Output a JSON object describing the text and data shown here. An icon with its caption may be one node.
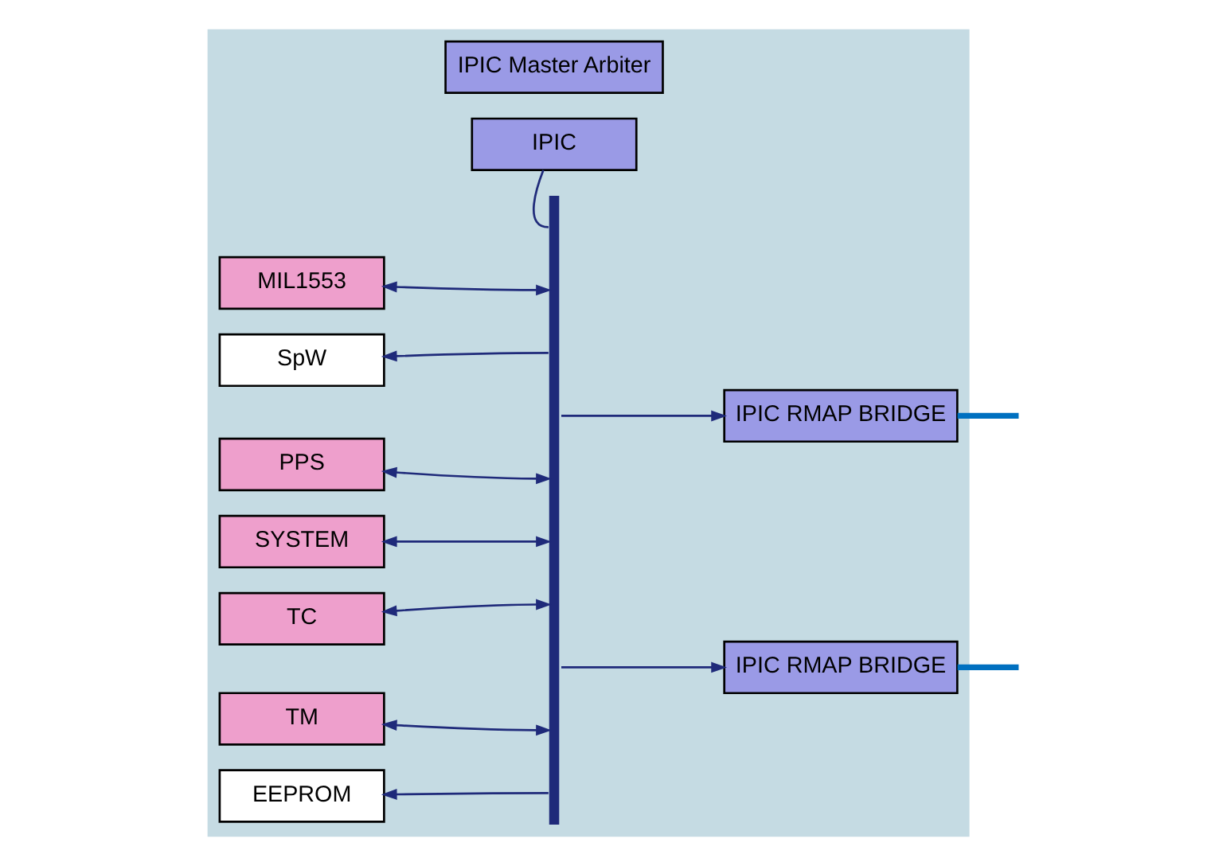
{
  "diagram": {
    "nodes": [
      {
        "text": [],
        "shape": "box"
      },
      {
        "text": [
          "IPIC Master Arbiter"
        ],
        "in": 0
      },
      {
        "text": [
          "IPIC"
        ],
        "in": 0
      },
      {
        "text": [],
        "shape": "bar",
        "in": 0
      },
      {
        "text": [
          "MIL1553"
        ],
        "in": 0
      },
      {
        "text": [
          "SpW"
        ],
        "in": 0
      },
      {
        "text": [
          "PPS"
        ],
        "in": 0
      },
      {
        "text": [
          "SYSTEM"
        ],
        "in": 0
      },
      {
        "text": [
          "TC"
        ],
        "in": 0
      },
      {
        "text": [
          "TM"
        ],
        "in": 0
      },
      {
        "text": [
          "EEPROM"
        ],
        "in": 0
      },
      {
        "text": [
          "IPIC RMAP BRIDGE"
        ],
        "in": 0
      },
      {
        "text": [
          "IPIC RMAP BRIDGE"
        ],
        "in": 0
      }
    ],
    "edges": [
      {
        "from": 2,
        "to": 3,
        "arrow": "none"
      },
      {
        "from": 4,
        "to": 3,
        "arrow": "both"
      },
      {
        "from": 3,
        "to": 5,
        "arrow": "to"
      },
      {
        "from": 6,
        "to": 3,
        "arrow": "both"
      },
      {
        "from": 7,
        "to": 3,
        "arrow": "both"
      },
      {
        "from": 8,
        "to": 3,
        "arrow": "both"
      },
      {
        "from": 9,
        "to": 3,
        "arrow": "both"
      },
      {
        "from": 3,
        "to": 10,
        "arrow": "to"
      },
      {
        "from": 3,
        "to": 11,
        "arrow": "to"
      },
      {
        "from": 3,
        "to": 12,
        "arrow": "to"
      },
      {
        "from": 11,
        "to": null,
        "arrow": "none",
        "style": "thick",
        "color": "#0070c0"
      },
      {
        "from": 12,
        "to": null,
        "arrow": "none",
        "style": "thick",
        "color": "#0070c0"
      }
    ]
  }
}
